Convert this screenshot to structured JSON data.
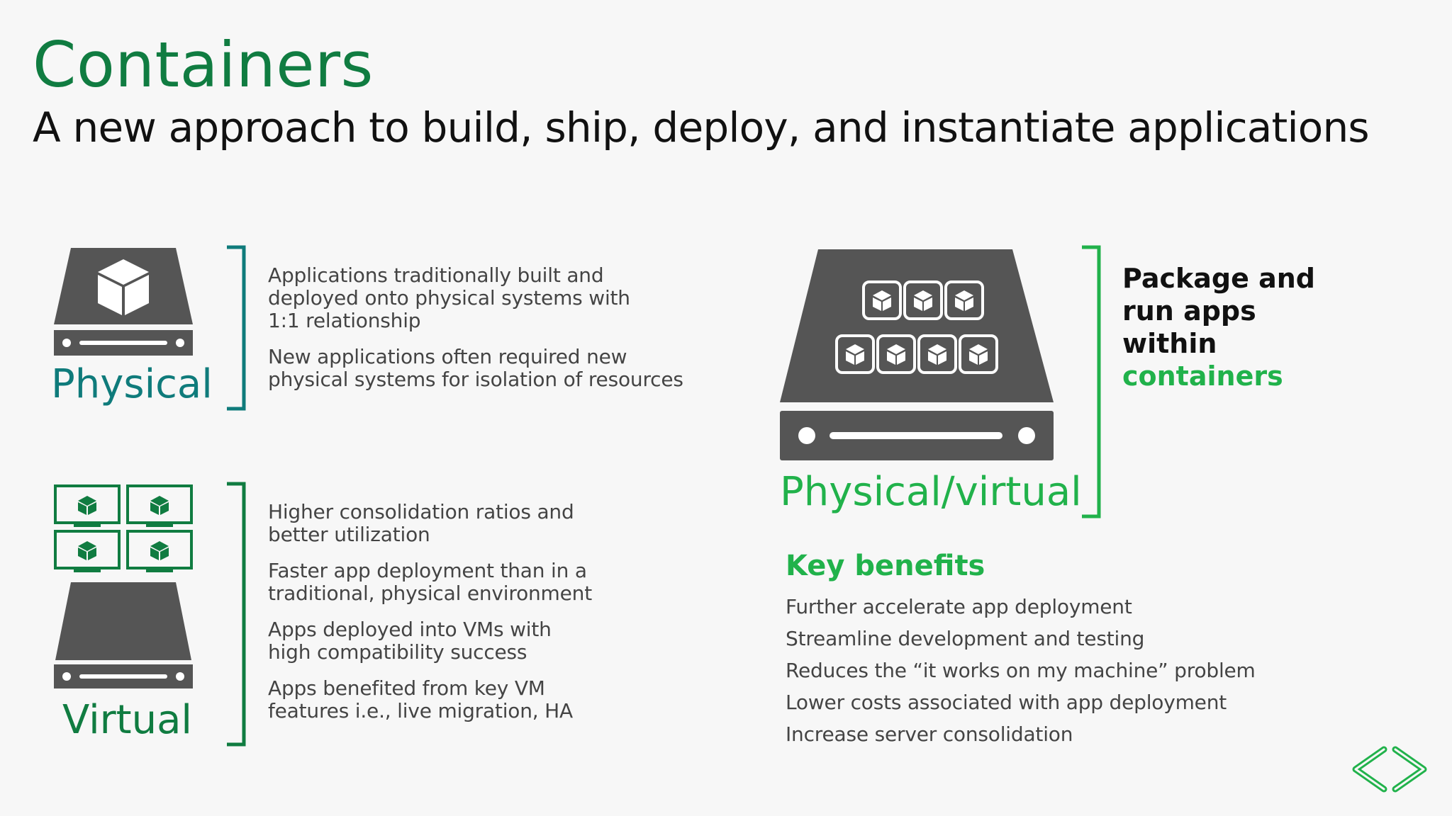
{
  "slide": {
    "title": "Containers",
    "subtitle": "A new approach to build, ship, deploy, and instantiate applications"
  },
  "colors": {
    "title_green": "#107c41",
    "teal": "#0f7b7b",
    "dark_green": "#107c41",
    "bright_green": "#21b24b",
    "server_gray": "#555555"
  },
  "physical": {
    "label": "Physical",
    "icon": "server-with-cube-icon",
    "bullets": [
      "Applications traditionally built and\ndeployed onto physical systems with\n1:1 relationship",
      "New applications often required new\nphysical systems for isolation of resources"
    ]
  },
  "virtual": {
    "label": "Virtual",
    "icon": "virtual-machines-on-server-icon",
    "bullets": [
      "Higher consolidation ratios and\nbetter utilization",
      "Faster app deployment than in a\ntraditional, physical environment",
      "Apps deployed into VMs with\nhigh compatibility success",
      "Apps benefited from key VM\nfeatures i.e., live migration, HA"
    ]
  },
  "containers": {
    "label": "Physical/virtual",
    "icon": "server-with-containers-icon",
    "tagline": {
      "line1": "Package and",
      "line2": "run apps",
      "line3": "within",
      "highlight": "containers"
    }
  },
  "key_benefits": {
    "title": "Key benefits",
    "items": [
      "Further accelerate app deployment",
      "Streamline development and testing",
      "Reduces the “it works on my machine” problem",
      "Lower costs associated with app deployment",
      "Increase server consolidation"
    ]
  },
  "navigation": {
    "icon": "prev-next-arrows-icon"
  }
}
